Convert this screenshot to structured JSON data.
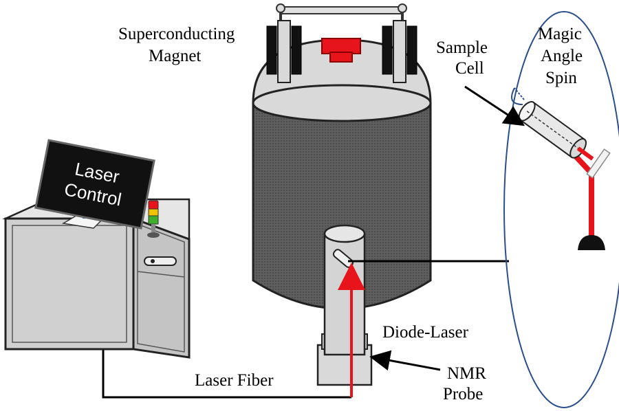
{
  "labels": {
    "magnet_line1": "Superconducting",
    "magnet_line2": "Magnet",
    "sample_line1": "Sample",
    "sample_line2": "Cell",
    "mas_line1": "Magic",
    "mas_line2": "Angle",
    "mas_line3": "Spin",
    "laser_control_line1": "Laser",
    "laser_control_line2": "Control",
    "diode_laser": "Diode-Laser",
    "laser_fiber": "Laser Fiber",
    "nmr_line1": "NMR",
    "nmr_line2": "Probe"
  },
  "colors": {
    "laser_red": "#e8141b",
    "magnet_body": "#595959",
    "magnet_top": "#d9d9d9",
    "cabinet": "#d0d0d0",
    "screen": "#111111",
    "ellipse_outline": "#2a4e8c"
  }
}
